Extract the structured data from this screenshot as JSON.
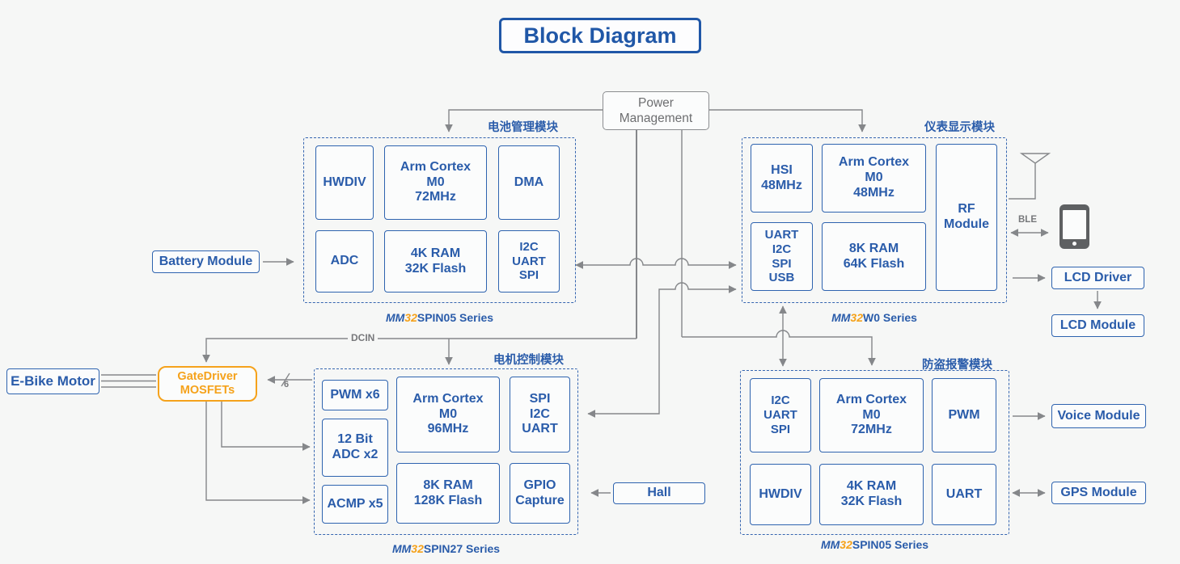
{
  "title": "Block Diagram",
  "power_management": "Power\nManagement",
  "connections": {
    "dcin": "DCIN",
    "ble": "BLE",
    "bus_width": "6"
  },
  "external": {
    "battery_module": "Battery Module",
    "ebike_motor": "E-Bike Motor",
    "gate_driver": "GateDriver\nMOSFETs",
    "hall": "Hall",
    "lcd_driver": "LCD Driver",
    "lcd_module": "LCD Module",
    "voice_module": "Voice Module",
    "gps_module": "GPS Module"
  },
  "modules": {
    "battery": {
      "name_cn": "电池管理模块",
      "series": {
        "mm": "MM",
        "num": "32",
        "rest": "SPIN05 Series"
      },
      "cells": {
        "hwdiv": "HWDIV",
        "cortex": "Arm Cortex\nM0\n72MHz",
        "dma": "DMA",
        "adc": "ADC",
        "memory": "4K RAM\n32K Flash",
        "comm": "I2C\nUART\nSPI"
      }
    },
    "display": {
      "name_cn": "仪表显示模块",
      "series": {
        "mm": "MM",
        "num": "32",
        "rest": "W0 Series"
      },
      "cells": {
        "hsi": "HSI\n48MHz",
        "cortex": "Arm Cortex\nM0\n48MHz",
        "rf": "RF\nModule",
        "comm": "UART\nI2C\nSPI\nUSB",
        "memory": "8K RAM\n64K Flash"
      }
    },
    "motor": {
      "name_cn": "电机控制模块",
      "series": {
        "mm": "MM",
        "num": "32",
        "rest": "SPIN27 Series"
      },
      "cells": {
        "pwm": "PWM x6",
        "adc": "12 Bit\nADC x2",
        "acmp": "ACMP x5",
        "cortex": "Arm Cortex\nM0\n96MHz",
        "memory": "8K RAM\n128K Flash",
        "comm": "SPI\nI2C\nUART",
        "gpio": "GPIO\nCapture"
      }
    },
    "alarm": {
      "name_cn": "防盗报警模块",
      "series": {
        "mm": "MM",
        "num": "32",
        "rest": "SPIN05 Series"
      },
      "cells": {
        "comm": "I2C\nUART\nSPI",
        "cortex": "Arm Cortex\nM0\n72MHz",
        "pwm": "PWM",
        "hwdiv": "HWDIV",
        "memory": "4K RAM\n32K Flash",
        "uart": "UART"
      }
    }
  },
  "colors": {
    "blue": "#2a5caa",
    "orange": "#f5a21b",
    "line_gray": "#85878a",
    "text_gray": "#6d6e70"
  }
}
